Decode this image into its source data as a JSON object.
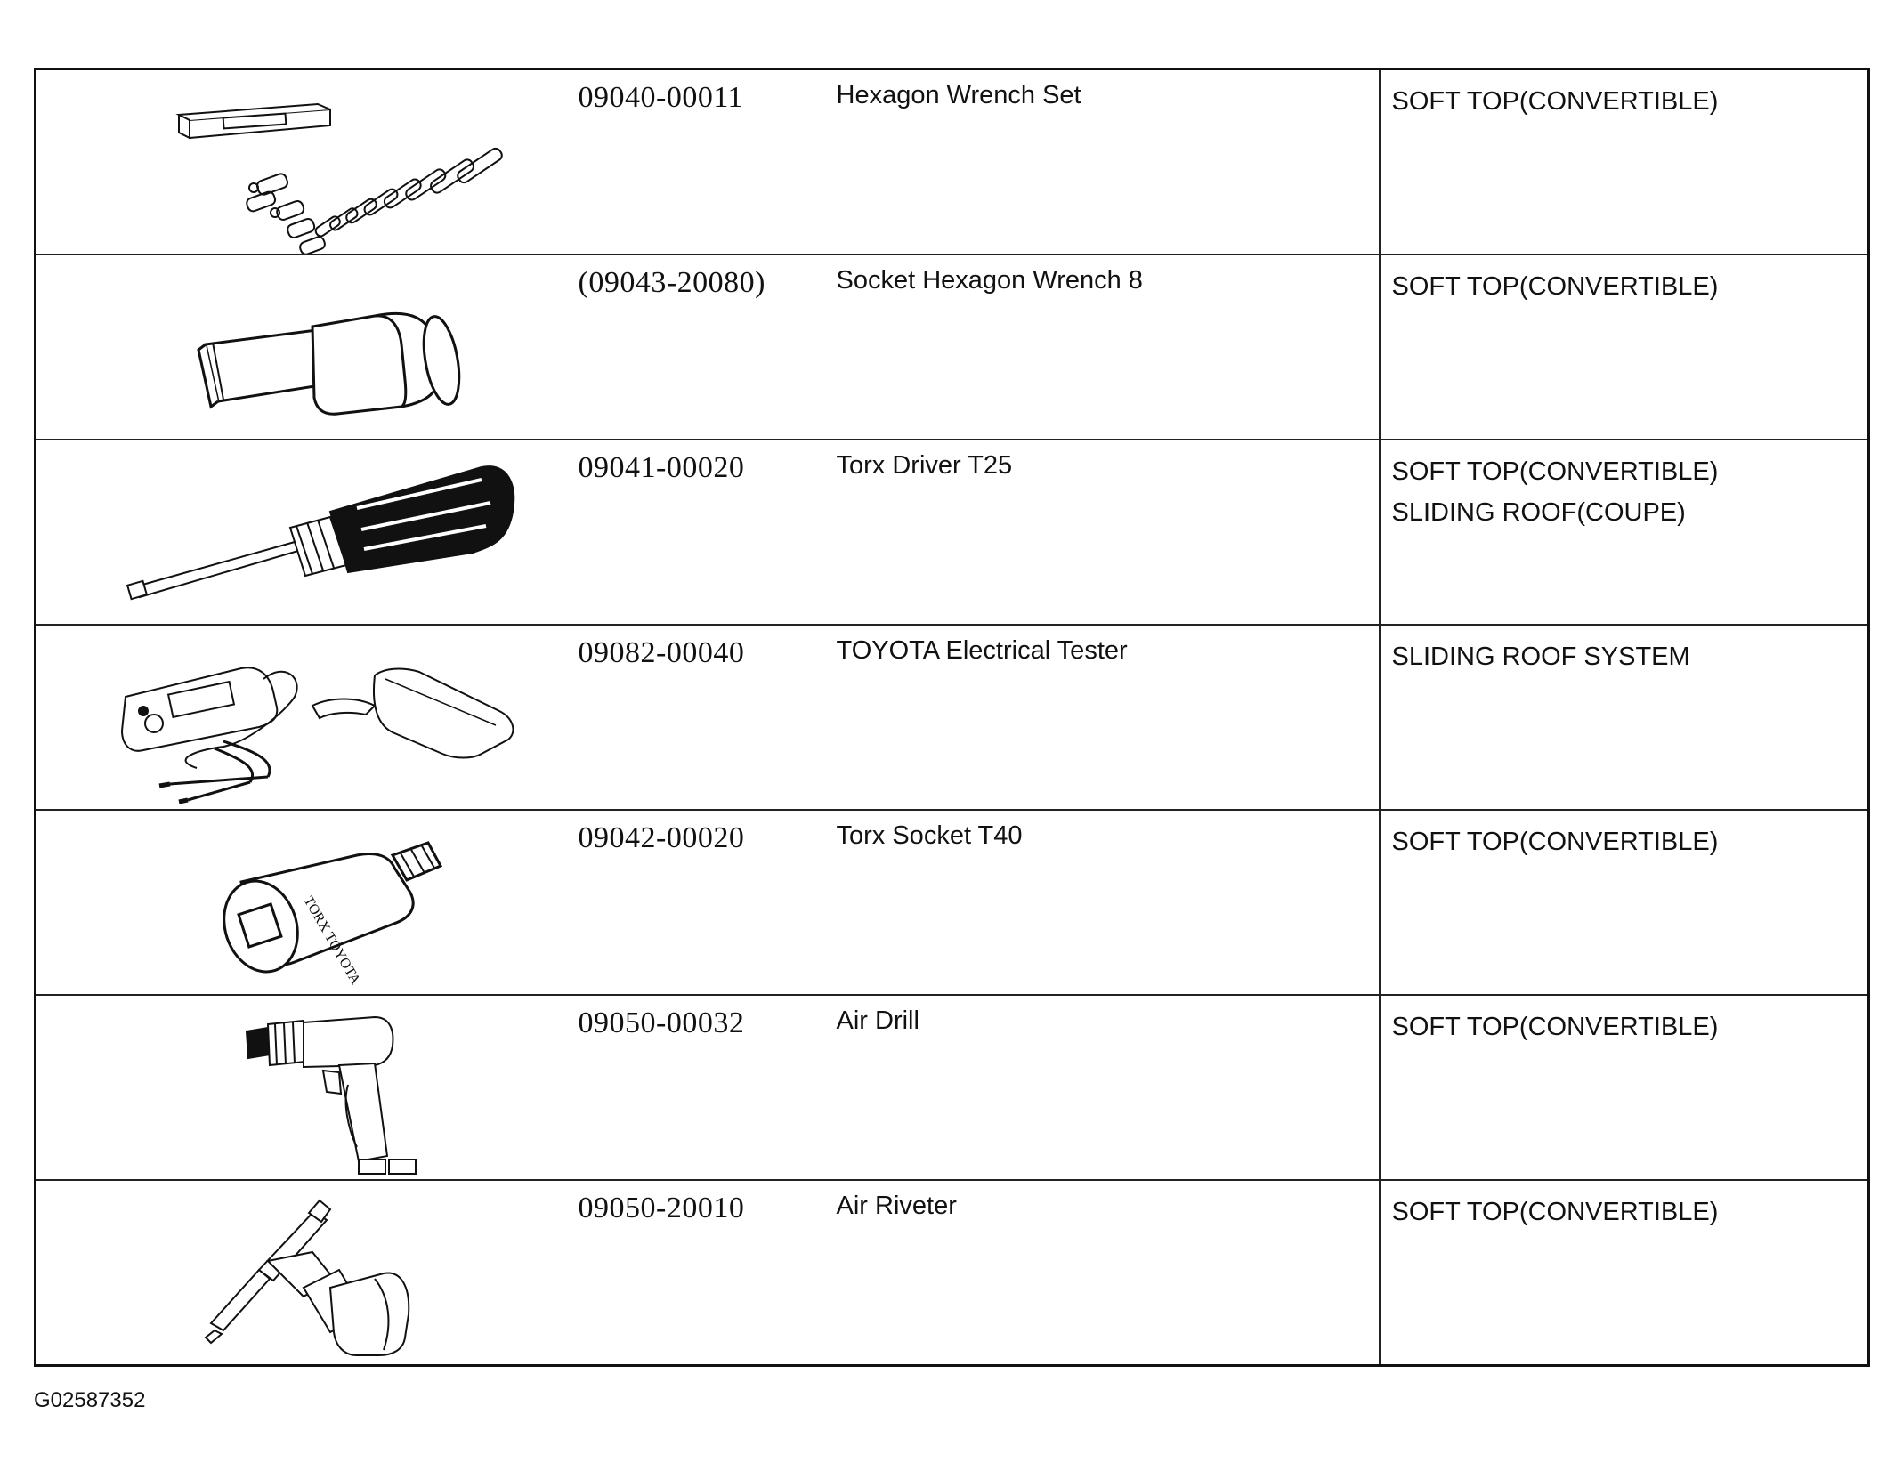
{
  "tools": [
    {
      "icon": "hexagon-wrench-set-icon",
      "part_no": "09040-00011",
      "name": "Hexagon Wrench Set",
      "usage": [
        "SOFT TOP(CONVERTIBLE)"
      ]
    },
    {
      "icon": "socket-hexagon-wrench-icon",
      "part_no": "(09043-20080)",
      "name": "Socket Hexagon Wrench 8",
      "usage": [
        "SOFT TOP(CONVERTIBLE)"
      ]
    },
    {
      "icon": "torx-driver-icon",
      "part_no": "09041-00020",
      "name": "Torx Driver T25",
      "usage": [
        "SOFT TOP(CONVERTIBLE)",
        "SLIDING ROOF(COUPE)"
      ]
    },
    {
      "icon": "electrical-tester-icon",
      "part_no": "09082-00040",
      "name": "TOYOTA Electrical Tester",
      "usage": [
        "SLIDING ROOF SYSTEM"
      ]
    },
    {
      "icon": "torx-socket-icon",
      "part_no": "09042-00020",
      "name": "Torx Socket T40",
      "usage": [
        "SOFT TOP(CONVERTIBLE)"
      ],
      "illustration_text": "TORX TOYOTA"
    },
    {
      "icon": "air-drill-icon",
      "part_no": "09050-00032",
      "name": "Air Drill",
      "usage": [
        "SOFT TOP(CONVERTIBLE)"
      ]
    },
    {
      "icon": "air-riveter-icon",
      "part_no": "09050-20010",
      "name": "Air Riveter",
      "usage": [
        "SOFT TOP(CONVERTIBLE)"
      ]
    }
  ],
  "figure_id": "G02587352"
}
